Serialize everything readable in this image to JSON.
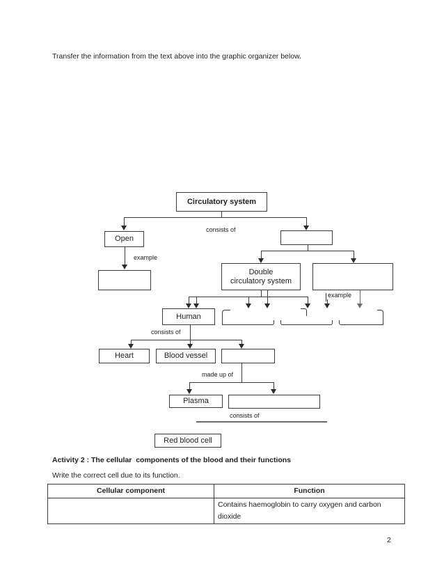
{
  "page": {
    "intro": "Transfer the information from the text above into the graphic organizer below.",
    "number": "2"
  },
  "organizer": {
    "nodes": {
      "circulatory": "Circulatory system",
      "open": "Open",
      "double": {
        "line1": "Double",
        "line2": "circulatory system"
      },
      "human": "Human",
      "heart": "Heart",
      "blood_vessel": "Blood vessel",
      "plasma": "Plasma",
      "red_blood_cell": "Red blood cell"
    },
    "labels": {
      "consists_of": "consists of",
      "example": "example",
      "made_up_of": "made up of"
    }
  },
  "activity": {
    "heading": "Activity 2 : The cellular  components of the blood and their functions",
    "instruction": "Write the correct cell due to its function.",
    "table": {
      "headers": [
        "Cellular component",
        "Function"
      ],
      "row": {
        "component": "",
        "function": "Contains haemoglobin to carry oxygen and carbon dioxide"
      }
    }
  },
  "colors": {
    "stroke": "#3a3a3a",
    "text": "#1f1f1f"
  }
}
